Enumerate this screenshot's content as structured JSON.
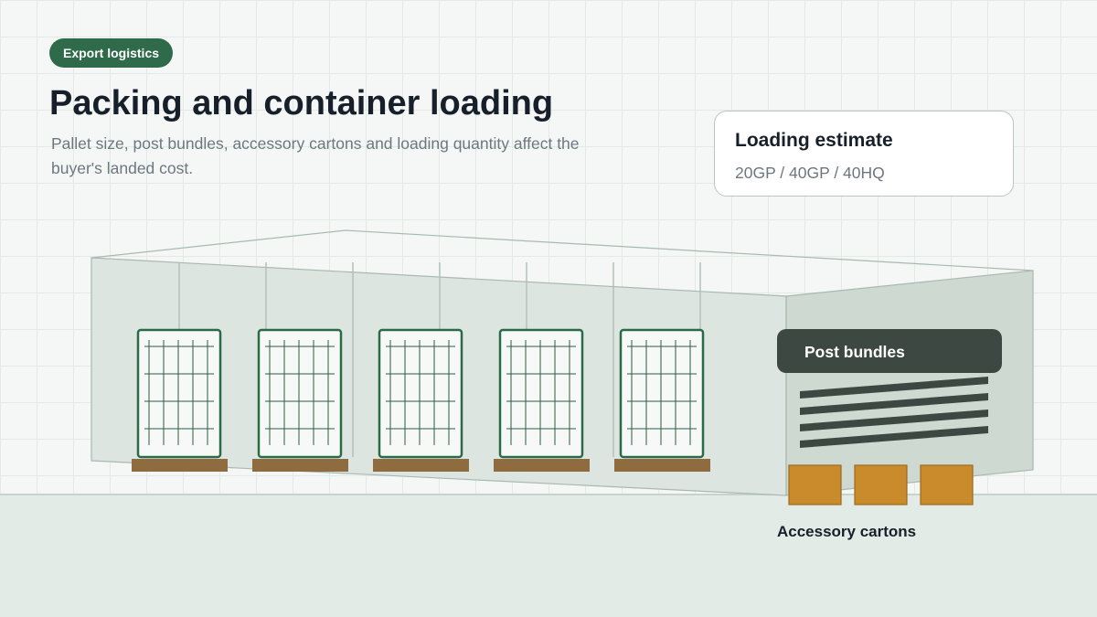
{
  "header": {
    "badge": "Export logistics",
    "title": "Packing and container loading",
    "subtitle": "Pallet size, post bundles, accessory cartons and loading quantity affect the buyer's landed cost."
  },
  "estimate": {
    "title": "Loading estimate",
    "value": "20GP / 40GP / 40HQ"
  },
  "container": {
    "panel_count": 5,
    "post_bundle_count": 4,
    "carton_count": 3,
    "post_bundles_label": "Post bundles",
    "cartons_label": "Accessory cartons"
  },
  "colors": {
    "accent_green": "#2f6b4a",
    "panel_frame": "#2a6a46",
    "pallet_wood": "#8f6c40",
    "carton": "#c98b2c",
    "post_bundle": "#3d4843"
  }
}
